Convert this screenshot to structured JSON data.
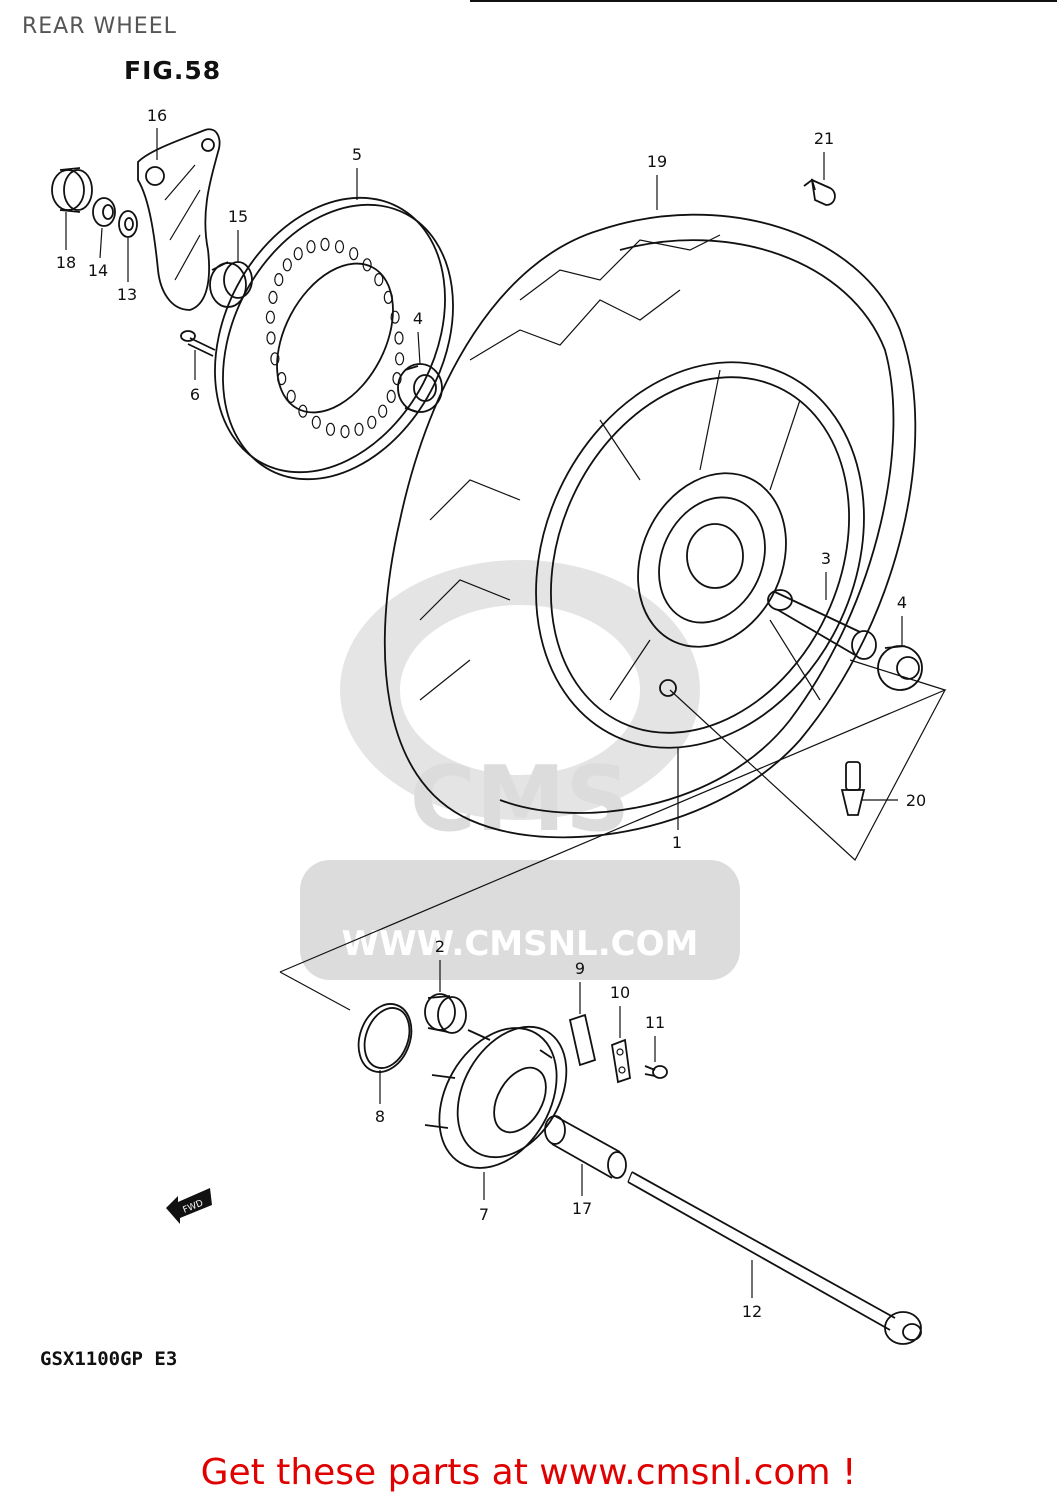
{
  "header": {
    "title": "REAR WHEEL"
  },
  "figure": {
    "label": "FIG.58",
    "model_code": "GSX1100GP  E3"
  },
  "watermark": {
    "text": "WWW.CMSNL.COM",
    "logo": "CMS"
  },
  "fwd_arrow": {
    "label": "FWD"
  },
  "parts": [
    {
      "num": "1"
    },
    {
      "num": "2"
    },
    {
      "num": "3"
    },
    {
      "num": "4"
    },
    {
      "num": "4"
    },
    {
      "num": "5"
    },
    {
      "num": "6"
    },
    {
      "num": "7"
    },
    {
      "num": "8"
    },
    {
      "num": "9"
    },
    {
      "num": "10"
    },
    {
      "num": "11"
    },
    {
      "num": "12"
    },
    {
      "num": "13"
    },
    {
      "num": "14"
    },
    {
      "num": "15"
    },
    {
      "num": "16"
    },
    {
      "num": "17"
    },
    {
      "num": "18"
    },
    {
      "num": "19"
    },
    {
      "num": "20"
    },
    {
      "num": "21"
    }
  ],
  "footer": {
    "cta": "Get these parts at www.cmsnl.com !"
  },
  "colors": {
    "cta": "#e00000",
    "line": "#111111",
    "watermark": "#d8d8d8"
  }
}
